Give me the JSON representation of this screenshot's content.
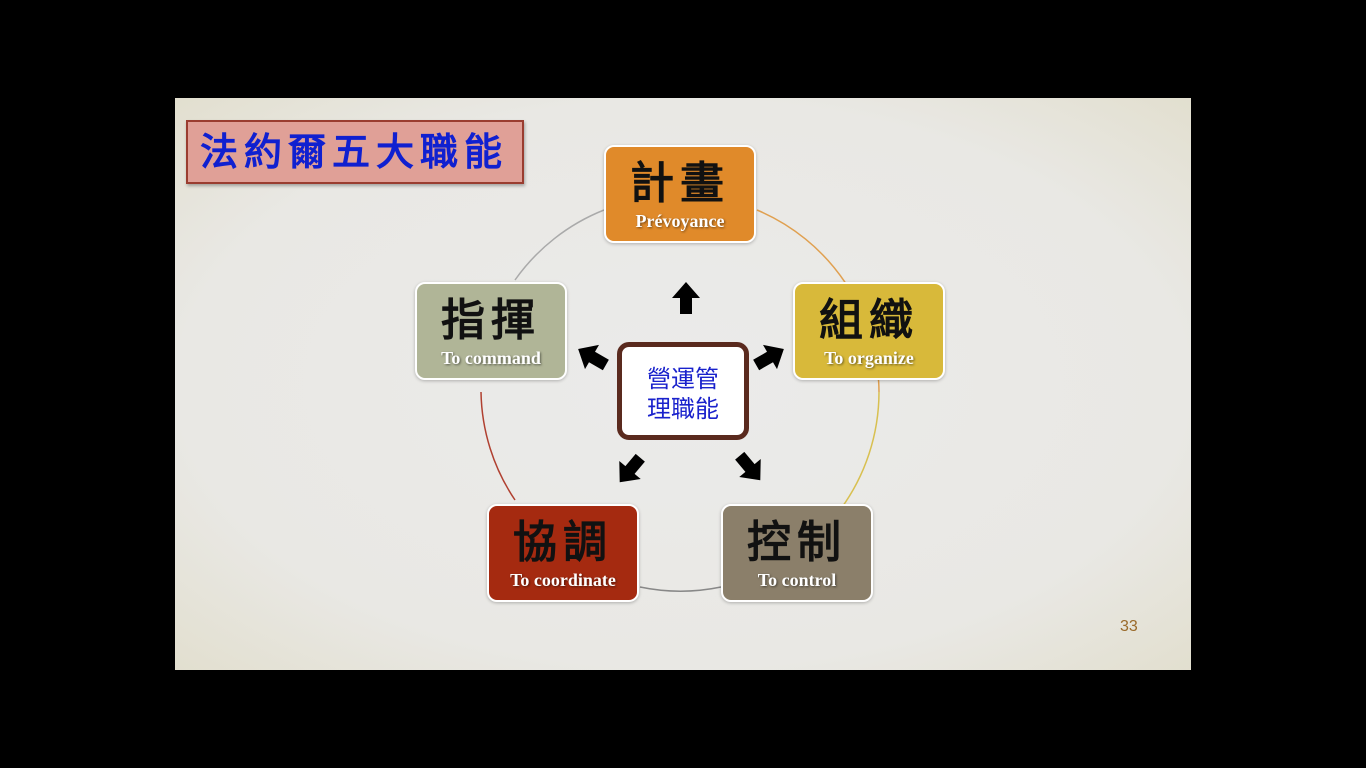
{
  "slide": {
    "title": "法約爾五大職能",
    "center": {
      "line1": "營運管",
      "line2": "理職能"
    },
    "functions": [
      {
        "zh": "計畫",
        "en": "Prévoyance",
        "color": "#e08a2a"
      },
      {
        "zh": "組織",
        "en": "To organize",
        "color": "#d8b93a"
      },
      {
        "zh": "控制",
        "en": "To control",
        "color": "#8b7f6a"
      },
      {
        "zh": "協調",
        "en": "To coordinate",
        "color": "#a52a10"
      },
      {
        "zh": "指揮",
        "en": "To command",
        "color": "#b0b597"
      }
    ],
    "page_number": "33"
  }
}
